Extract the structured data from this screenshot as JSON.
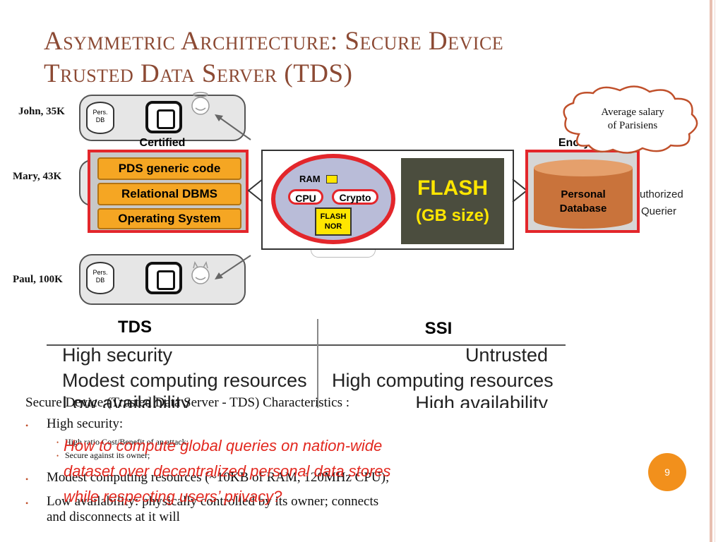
{
  "slide": {
    "title_line1": "Asymmetric Architecture: Secure Device",
    "title_line2": "Trusted Data Server (TDS)",
    "page_number": "9"
  },
  "diagram": {
    "users": [
      {
        "label": "John, 35K",
        "db_label_1": "Pers.",
        "db_label_2": "DB"
      },
      {
        "label": "Mary, 43K"
      },
      {
        "label": "Paul, 100K",
        "db_label_1": "Pers.",
        "db_label_2": "DB"
      }
    ],
    "certified": {
      "header": "Certified",
      "items": [
        "PDS generic code",
        "Relational DBMS",
        "Operating System"
      ]
    },
    "chip": {
      "ram": "RAM",
      "cpu": "CPU",
      "crypto": "Crypto",
      "flash_nor_1": "FLASH",
      "flash_nor_2": "NOR",
      "flash": "FLASH",
      "gb_size": "(GB size)"
    },
    "encrypted": {
      "header": "Encrypted",
      "db_line1": "Personal",
      "db_line2": "Database"
    },
    "cloud": {
      "line1": "Average salary",
      "line2": "of Parisiens"
    },
    "querier": {
      "line1": "uthorized",
      "line2": "Querier"
    }
  },
  "table": {
    "headers": [
      "TDS",
      "SSI"
    ],
    "rows": [
      [
        "High security",
        "Untrusted"
      ],
      [
        "Modest computing resources",
        "High computing resources"
      ],
      [
        "Low availability",
        "High availability"
      ]
    ]
  },
  "body": {
    "intro": "Secure Device (Trusted Data Server - TDS) Characteristics :",
    "bullets": [
      {
        "text": "High security:",
        "subs": [
          "High ratio Cost/Benefit of an attack;",
          "Secure against its owner;"
        ]
      },
      {
        "text": "Modest computing resources (~10KB of RAM, 120MHz CPU);"
      },
      {
        "text": "Low availability: physically controlled by its owner; connects",
        "cont": "and disconnects at it will"
      }
    ],
    "question_lines": [
      "How to compute global queries on nation-wide",
      "dataset over decentralized personal data stores",
      "while respecting users’ privacy?"
    ]
  },
  "colors": {
    "accent": "#8c4a34",
    "alert": "#e2281f",
    "badge": "#f2901c",
    "frame": "#e3262b"
  }
}
